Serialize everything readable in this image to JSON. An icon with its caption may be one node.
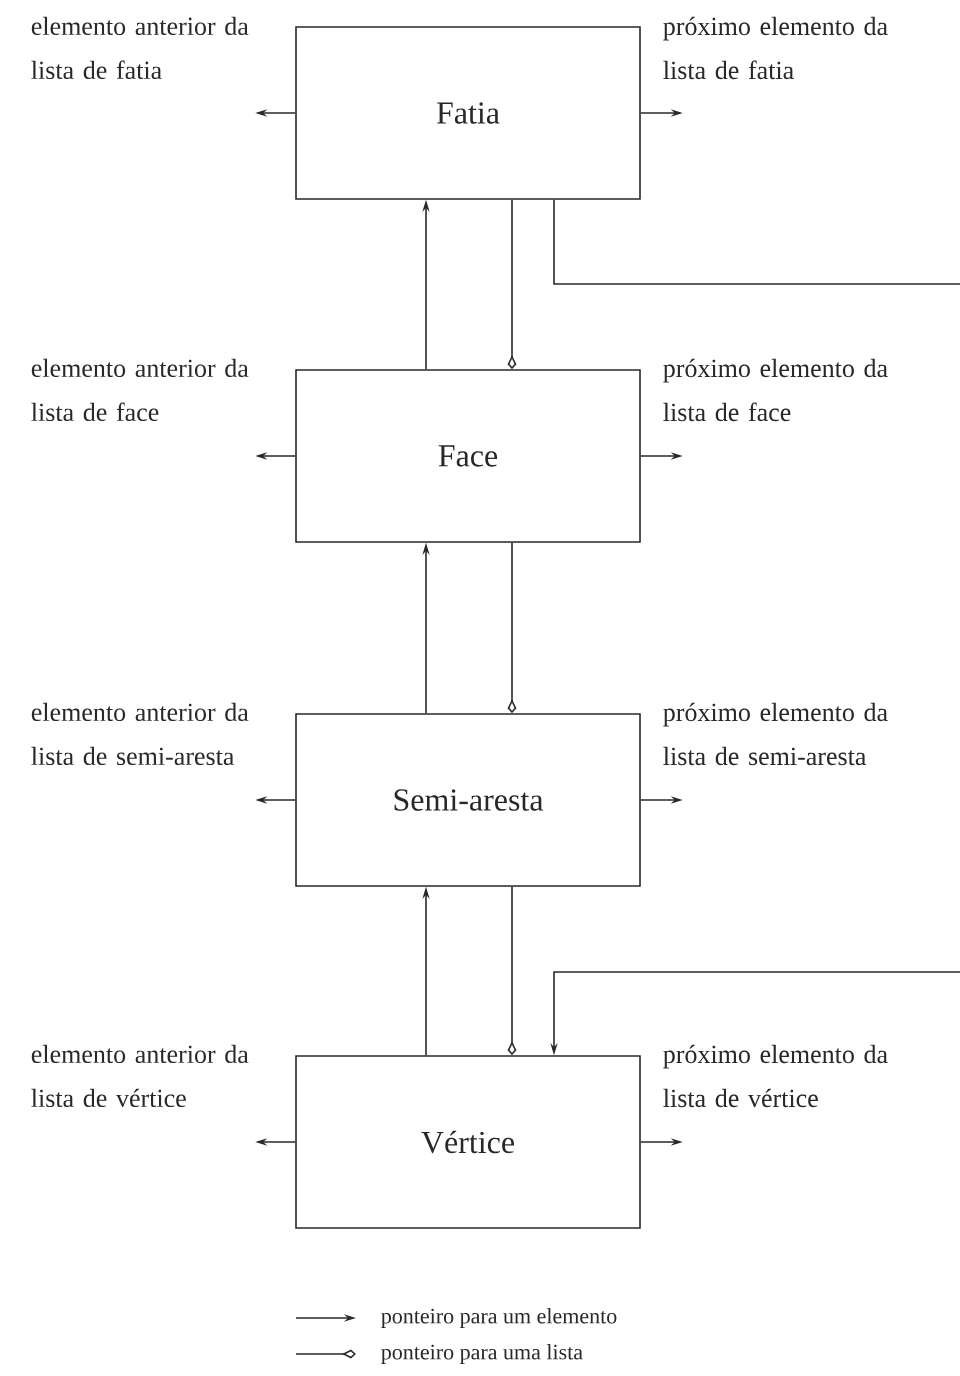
{
  "diagram": {
    "nodes": [
      {
        "text": [
          "Fatia"
        ],
        "beside": [
          "elemento anterior da lista de fatia",
          "próximo elemento da lista de fatia"
        ]
      },
      {
        "text": [
          "Face"
        ],
        "beside": [
          "elemento anterior da lista de face",
          "próximo elemento da lista de face"
        ]
      },
      {
        "text": [
          "Semi-aresta"
        ],
        "beside": [
          "elemento anterior da lista de semi-aresta",
          "próximo elemento da lista de semi-aresta"
        ]
      },
      {
        "text": [
          "Vértice"
        ],
        "beside": [
          "elemento anterior da lista de vértice",
          "próximo elemento da lista de vértice"
        ]
      }
    ],
    "edges": [
      {
        "from": 1,
        "to": 0,
        "arrow": "to"
      },
      {
        "from": 0,
        "to": 1,
        "arrow": "other"
      },
      {
        "from": 2,
        "to": 1,
        "arrow": "to"
      },
      {
        "from": 1,
        "to": 2,
        "arrow": "other"
      },
      {
        "from": 3,
        "to": 2,
        "arrow": "to"
      },
      {
        "from": 2,
        "to": 3,
        "arrow": "other"
      },
      {
        "from": 0,
        "to": 3,
        "arrow": "to"
      },
      {
        "from": 0,
        "to": null,
        "arrow": "to"
      },
      {
        "from": 0,
        "to": null,
        "arrow": "to"
      },
      {
        "from": 1,
        "to": null,
        "arrow": "to"
      },
      {
        "from": 1,
        "to": null,
        "arrow": "to"
      },
      {
        "from": 2,
        "to": null,
        "arrow": "to"
      },
      {
        "from": 2,
        "to": null,
        "arrow": "to"
      },
      {
        "from": 3,
        "to": null,
        "arrow": "to"
      },
      {
        "from": 3,
        "to": null,
        "arrow": "to"
      }
    ],
    "legend": [
      {
        "text": "ponteiro para um elemento"
      },
      {
        "text": "ponteiro para uma lista"
      }
    ]
  }
}
